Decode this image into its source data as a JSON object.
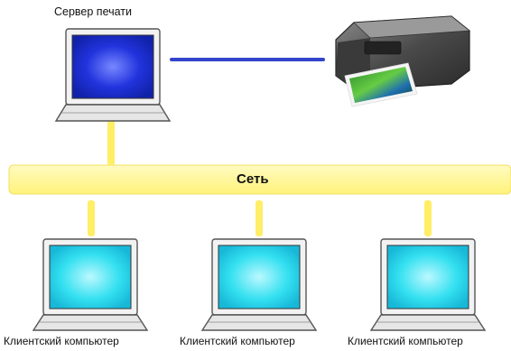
{
  "server": {
    "label": "Сервер печати"
  },
  "network": {
    "label": "Сеть"
  },
  "clients": [
    {
      "label": "Клиентский компьютер"
    },
    {
      "label": "Клиентский компьютер"
    },
    {
      "label": "Клиентский компьютер"
    }
  ],
  "colors": {
    "network_band": "#ffff99",
    "connector": "#ffee66",
    "server_link": "#3344cc",
    "server_screen": "#2233dd",
    "client_screen": "#33e0f0",
    "monitor_body": "#f2f2f2",
    "outline": "#555555"
  },
  "icons": {
    "server": "laptop-monitor-icon",
    "printer": "printer-icon",
    "client": "laptop-monitor-icon"
  }
}
